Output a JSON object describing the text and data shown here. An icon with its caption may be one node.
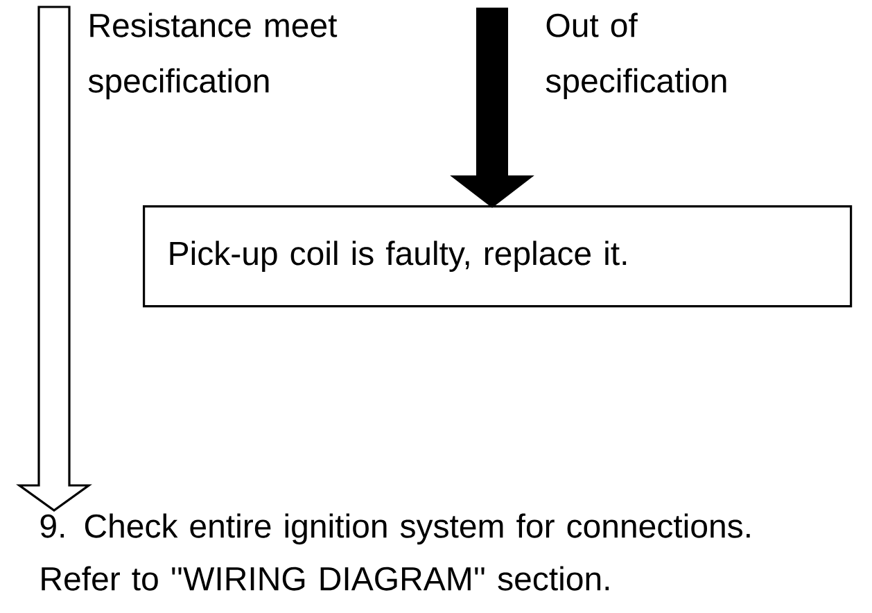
{
  "diagram": {
    "nodes": [
      {
        "text": [
          "Pick-up coil is faulty, replace it."
        ]
      },
      {
        "text": [
          "9. Check entire ignition system for connections. Refer to ''WIRING DIAGRAM'' section."
        ]
      }
    ],
    "edges": [
      {
        "from": null,
        "to": 1,
        "arrow": "to",
        "label": "Resistance meet specification"
      },
      {
        "from": null,
        "to": 0,
        "arrow": "to",
        "label": "Out of specification",
        "style": "thick"
      }
    ]
  }
}
